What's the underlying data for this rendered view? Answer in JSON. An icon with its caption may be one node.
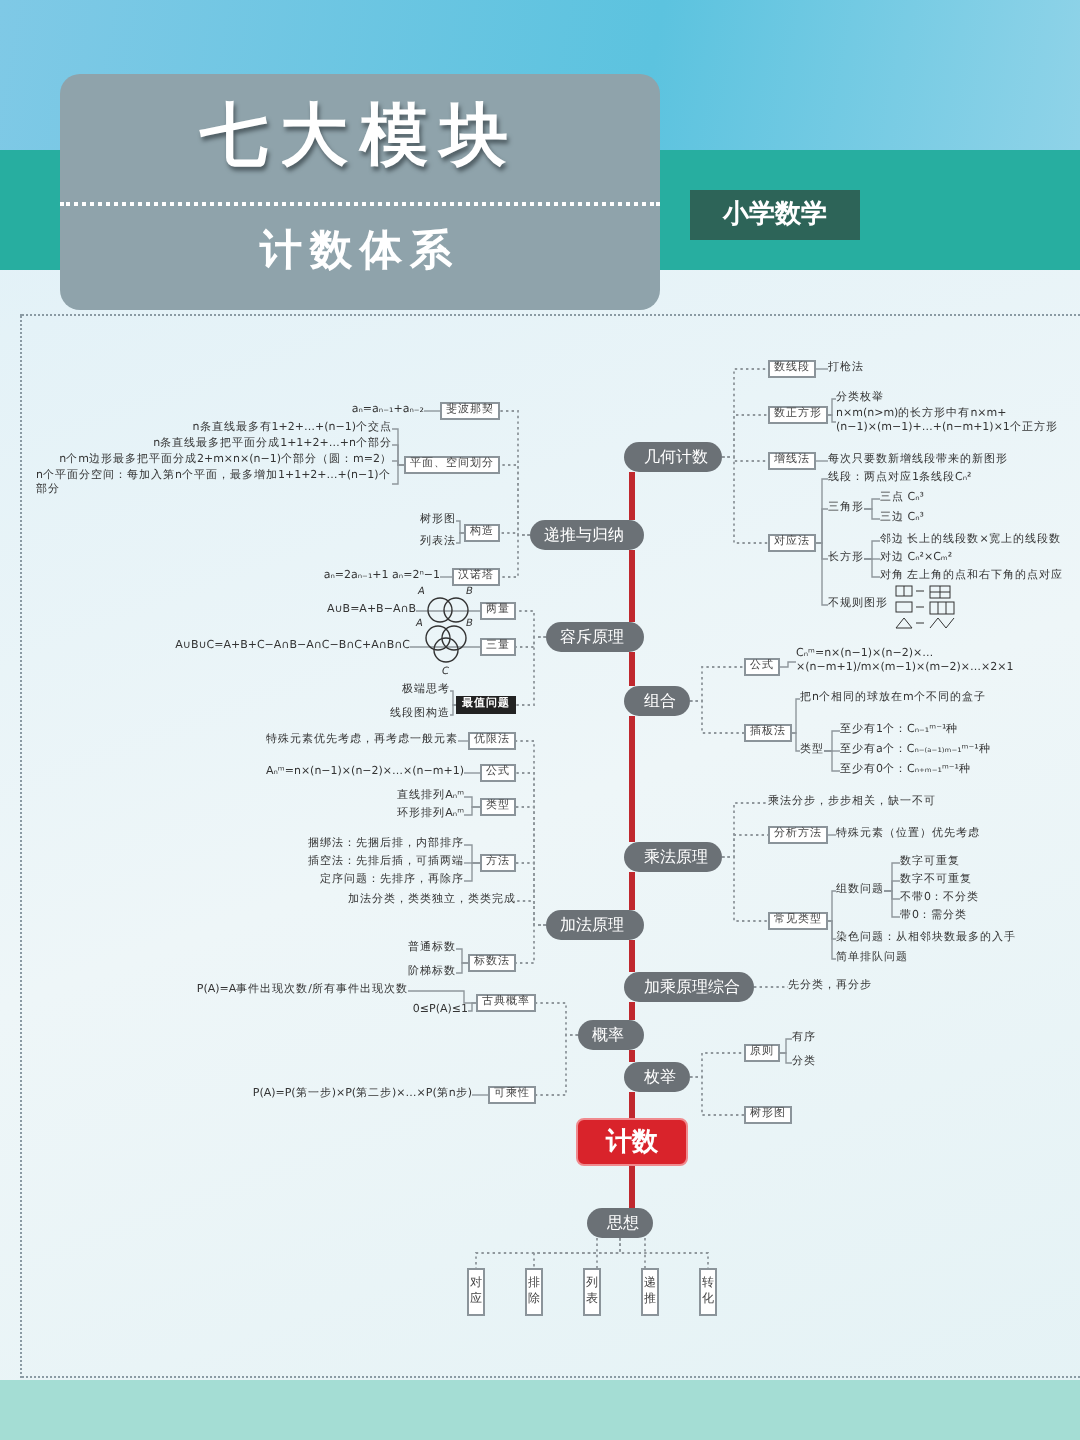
{
  "diagram": {
    "title": "七大模块",
    "nodes": [
      {
        "text": [
          "几何计数"
        ]
      },
      {
        "text": [
          "数线段"
        ]
      },
      {
        "text": [
          "打枪法"
        ]
      },
      {
        "text": [
          "数正方形"
        ]
      },
      {
        "text": [
          "分类枚举"
        ]
      },
      {
        "text": [
          "n×m(n>m)的长方形中有n×m+(n−1)×(m−1)+…+(n−m+1)×1个正方形"
        ]
      },
      {
        "text": [
          "增线法"
        ]
      },
      {
        "text": [
          "每次只要数新增线段带来的新图形"
        ]
      },
      {
        "text": [
          "对应法"
        ]
      },
      {
        "text": [
          "线段：两点对应1条线段Cₙ²"
        ]
      },
      {
        "text": [
          "三角形"
        ]
      },
      {
        "text": [
          "三点 Cₙ³"
        ]
      },
      {
        "text": [
          "三边 Cₙ³"
        ]
      },
      {
        "text": [
          "长方形"
        ]
      },
      {
        "text": [
          "邻边 长上的线段数×宽上的线段数"
        ]
      },
      {
        "text": [
          "对边 Cₙ²×Cₘ²"
        ]
      },
      {
        "text": [
          "对角 左上角的点和右下角的点对应"
        ]
      },
      {
        "text": [
          "不规则图形"
        ]
      },
      {
        "text": [
          "递推与归纳"
        ]
      },
      {
        "text": [
          "斐波那契"
        ]
      },
      {
        "text": [
          "aₙ=aₙ₋₁+aₙ₋₂"
        ]
      },
      {
        "text": [
          "平面、空间划分"
        ]
      },
      {
        "text": [
          "n条直线最多有1+2+…+(n−1)个交点"
        ]
      },
      {
        "text": [
          "n条直线最多把平面分成1+1+2+…+n个部分"
        ]
      },
      {
        "text": [
          "n个m边形最多把平面分成2+m×n×(n−1)个部分（圆：m=2）"
        ]
      },
      {
        "text": [
          "n个平面分空间：每加入第n个平面，最多增加1+1+2+…+(n−1)个部分"
        ]
      },
      {
        "text": [
          "构造"
        ]
      },
      {
        "text": [
          "树形图"
        ]
      },
      {
        "text": [
          "列表法"
        ]
      },
      {
        "text": [
          "汉诺塔"
        ]
      },
      {
        "text": [
          "aₙ=2aₙ₋₁+1  aₙ=2ⁿ−1"
        ]
      },
      {
        "text": [
          "容斥原理"
        ]
      },
      {
        "text": [
          "两量"
        ]
      },
      {
        "text": [
          "A∪B=A+B−A∩B"
        ]
      },
      {
        "text": [
          "三量"
        ]
      },
      {
        "text": [
          "A∪B∪C=A+B+C−A∩B−A∩C−B∩C+A∩B∩C"
        ]
      },
      {
        "text": [
          "最值问题"
        ]
      },
      {
        "text": [
          "极端思考"
        ]
      },
      {
        "text": [
          "线段图构造"
        ]
      },
      {
        "text": [
          "组合"
        ]
      },
      {
        "text": [
          "公式"
        ]
      },
      {
        "text": [
          "Cₙᵐ=n×(n−1)×(n−2)×…×(n−m+1)/m×(m−1)×(m−2)×…×2×1"
        ]
      },
      {
        "text": [
          "插板法"
        ]
      },
      {
        "text": [
          "把n个相同的球放在m个不同的盒子"
        ]
      },
      {
        "text": [
          "类型"
        ]
      },
      {
        "text": [
          "至少有1个：Cₙ₋₁ᵐ⁻¹种"
        ]
      },
      {
        "text": [
          "至少有a个：Cₙ₋₍ₐ₋₁₎ₘ₋₁ᵐ⁻¹种"
        ]
      },
      {
        "text": [
          "至少有0个：Cₙ₊ₘ₋₁ᵐ⁻¹种"
        ]
      },
      {
        "text": [
          "乘法原理"
        ]
      },
      {
        "text": [
          "乘法分步，步步相关，缺一不可"
        ]
      },
      {
        "text": [
          "分析方法"
        ]
      },
      {
        "text": [
          "特殊元素（位置）优先考虑"
        ]
      },
      {
        "text": [
          "常见类型"
        ]
      },
      {
        "text": [
          "组数问题"
        ]
      },
      {
        "text": [
          "数字可重复"
        ]
      },
      {
        "text": [
          "数字不可重复"
        ]
      },
      {
        "text": [
          "不带0：不分类"
        ]
      },
      {
        "text": [
          "带0：需分类"
        ]
      },
      {
        "text": [
          "染色问题：从相邻块数最多的入手"
        ]
      },
      {
        "text": [
          "简单排队问题"
        ]
      },
      {
        "text": [
          "加法原理"
        ]
      },
      {
        "text": [
          "优限法"
        ]
      },
      {
        "text": [
          "特殊元素优先考虑，再考虑一般元素"
        ]
      },
      {
        "text": [
          "公式"
        ]
      },
      {
        "text": [
          "Aₙᵐ=n×(n−1)×(n−2)×…×(n−m+1)"
        ]
      },
      {
        "text": [
          "类型"
        ]
      },
      {
        "text": [
          "直线排列Aₙᵐ"
        ]
      },
      {
        "text": [
          "环形排列Aₙᵐ"
        ]
      },
      {
        "text": [
          "方法"
        ]
      },
      {
        "text": [
          "捆绑法：先捆后排，内部排序"
        ]
      },
      {
        "text": [
          "插空法：先排后插，可插两端"
        ]
      },
      {
        "text": [
          "定序问题：先排序，再除序"
        ]
      },
      {
        "text": [
          "加法分类，类类独立，类类完成"
        ]
      },
      {
        "text": [
          "标数法"
        ]
      },
      {
        "text": [
          "普通标数"
        ]
      },
      {
        "text": [
          "阶梯标数"
        ]
      },
      {
        "text": [
          "加乘原理综合"
        ]
      },
      {
        "text": [
          "先分类，再分步"
        ]
      },
      {
        "text": [
          "概率"
        ]
      },
      {
        "text": [
          "古典概率"
        ]
      },
      {
        "text": [
          "P(A)=A事件出现次数/所有事件出现次数"
        ]
      },
      {
        "text": [
          "0≤P(A)≤1"
        ]
      },
      {
        "text": [
          "可乘性"
        ]
      },
      {
        "text": [
          "P(A)=P(第一步)×P(第二步)×…×P(第n步)"
        ]
      },
      {
        "text": [
          "枚举"
        ]
      },
      {
        "text": [
          "原则"
        ]
      },
      {
        "text": [
          "有序"
        ]
      },
      {
        "text": [
          "分类"
        ]
      },
      {
        "text": [
          "树形图"
        ]
      },
      {
        "text": [
          "计数"
        ]
      },
      {
        "text": [
          "思想"
        ]
      },
      {
        "text": [
          "对应"
        ]
      },
      {
        "text": [
          "排除"
        ]
      },
      {
        "text": [
          "列表"
        ]
      },
      {
        "text": [
          "递推"
        ]
      },
      {
        "text": [
          "转化"
        ]
      }
    ],
    "edges": [
      {
        "from": 0,
        "to": 18,
        "arrow": "none",
        "style": "thick",
        "color": "#c0282e"
      },
      {
        "from": 18,
        "to": 31,
        "arrow": "none",
        "style": "thick",
        "color": "#c0282e"
      },
      {
        "from": 31,
        "to": 39,
        "arrow": "none",
        "style": "thick",
        "color": "#c0282e"
      },
      {
        "from": 39,
        "to": 48,
        "arrow": "none",
        "style": "thick",
        "color": "#c0282e"
      },
      {
        "from": 48,
        "to": 60,
        "arrow": "none",
        "style": "thick",
        "color": "#c0282e"
      },
      {
        "from": 60,
        "to": 76,
        "arrow": "none",
        "style": "thick",
        "color": "#c0282e"
      },
      {
        "from": 76,
        "to": 78,
        "arrow": "none",
        "style": "thick",
        "color": "#c0282e"
      },
      {
        "from": 78,
        "to": 84,
        "arrow": "none",
        "style": "thick",
        "color": "#c0282e"
      },
      {
        "from": 84,
        "to": 89,
        "arrow": "none",
        "style": "thick",
        "color": "#c0282e"
      },
      {
        "from": 89,
        "to": 90,
        "arrow": "none",
        "style": "thick",
        "color": "#c0282e"
      },
      {
        "from": 0,
        "to": 1,
        "arrow": "none",
        "style": "dashed"
      },
      {
        "from": 1,
        "to": 2,
        "arrow": "none"
      },
      {
        "from": 0,
        "to": 3,
        "arrow": "none",
        "style": "dashed"
      },
      {
        "from": 3,
        "to": 4,
        "arrow": "none"
      },
      {
        "from": 3,
        "to": 5,
        "arrow": "none"
      },
      {
        "from": 0,
        "to": 6,
        "arrow": "none",
        "style": "dashed"
      },
      {
        "from": 6,
        "to": 7,
        "arrow": "none"
      },
      {
        "from": 0,
        "to": 8,
        "arrow": "none",
        "style": "dashed"
      },
      {
        "from": 8,
        "to": 9,
        "arrow": "none"
      },
      {
        "from": 8,
        "to": 10,
        "arrow": "none"
      },
      {
        "from": 10,
        "to": 11,
        "arrow": "none"
      },
      {
        "from": 10,
        "to": 12,
        "arrow": "none"
      },
      {
        "from": 8,
        "to": 13,
        "arrow": "none"
      },
      {
        "from": 13,
        "to": 14,
        "arrow": "none"
      },
      {
        "from": 13,
        "to": 15,
        "arrow": "none"
      },
      {
        "from": 13,
        "to": 16,
        "arrow": "none"
      },
      {
        "from": 8,
        "to": 17,
        "arrow": "none"
      },
      {
        "from": 18,
        "to": 19,
        "arrow": "none",
        "style": "dashed"
      },
      {
        "from": 19,
        "to": 20,
        "arrow": "none"
      },
      {
        "from": 18,
        "to": 21,
        "arrow": "none",
        "style": "dashed"
      },
      {
        "from": 21,
        "to": 22,
        "arrow": "none"
      },
      {
        "from": 21,
        "to": 23,
        "arrow": "none"
      },
      {
        "from": 21,
        "to": 24,
        "arrow": "none"
      },
      {
        "from": 21,
        "to": 25,
        "arrow": "none"
      },
      {
        "from": 18,
        "to": 26,
        "arrow": "none",
        "style": "dashed"
      },
      {
        "from": 26,
        "to": 27,
        "arrow": "none"
      },
      {
        "from": 26,
        "to": 28,
        "arrow": "none"
      },
      {
        "from": 18,
        "to": 29,
        "arrow": "none",
        "style": "dashed"
      },
      {
        "from": 29,
        "to": 30,
        "arrow": "none"
      },
      {
        "from": 31,
        "to": 32,
        "arrow": "none",
        "style": "dashed"
      },
      {
        "from": 32,
        "to": 33,
        "arrow": "none"
      },
      {
        "from": 31,
        "to": 34,
        "arrow": "none",
        "style": "dashed"
      },
      {
        "from": 34,
        "to": 35,
        "arrow": "none"
      },
      {
        "from": 31,
        "to": 36,
        "arrow": "none",
        "style": "dashed"
      },
      {
        "from": 36,
        "to": 37,
        "arrow": "none"
      },
      {
        "from": 36,
        "to": 38,
        "arrow": "none"
      },
      {
        "from": 39,
        "to": 40,
        "arrow": "none",
        "style": "dashed"
      },
      {
        "from": 40,
        "to": 41,
        "arrow": "none"
      },
      {
        "from": 39,
        "to": 42,
        "arrow": "none",
        "style": "dashed"
      },
      {
        "from": 42,
        "to": 43,
        "arrow": "none"
      },
      {
        "from": 42,
        "to": 44,
        "arrow": "none"
      },
      {
        "from": 44,
        "to": 45,
        "arrow": "none"
      },
      {
        "from": 44,
        "to": 46,
        "arrow": "none"
      },
      {
        "from": 44,
        "to": 47,
        "arrow": "none"
      },
      {
        "from": 48,
        "to": 49,
        "arrow": "none",
        "style": "dashed"
      },
      {
        "from": 48,
        "to": 50,
        "arrow": "none",
        "style": "dashed"
      },
      {
        "from": 50,
        "to": 51,
        "arrow": "none"
      },
      {
        "from": 48,
        "to": 52,
        "arrow": "none",
        "style": "dashed"
      },
      {
        "from": 52,
        "to": 53,
        "arrow": "none"
      },
      {
        "from": 53,
        "to": 54,
        "arrow": "none"
      },
      {
        "from": 53,
        "to": 55,
        "arrow": "none"
      },
      {
        "from": 53,
        "to": 56,
        "arrow": "none"
      },
      {
        "from": 53,
        "to": 57,
        "arrow": "none"
      },
      {
        "from": 52,
        "to": 58,
        "arrow": "none"
      },
      {
        "from": 52,
        "to": 59,
        "arrow": "none"
      },
      {
        "from": 60,
        "to": 61,
        "arrow": "none",
        "style": "dashed"
      },
      {
        "from": 61,
        "to": 62,
        "arrow": "none"
      },
      {
        "from": 60,
        "to": 63,
        "arrow": "none",
        "style": "dashed"
      },
      {
        "from": 63,
        "to": 64,
        "arrow": "none"
      },
      {
        "from": 60,
        "to": 65,
        "arrow": "none",
        "style": "dashed"
      },
      {
        "from": 65,
        "to": 66,
        "arrow": "none"
      },
      {
        "from": 65,
        "to": 67,
        "arrow": "none"
      },
      {
        "from": 60,
        "to": 68,
        "arrow": "none",
        "style": "dashed"
      },
      {
        "from": 68,
        "to": 69,
        "arrow": "none"
      },
      {
        "from": 68,
        "to": 70,
        "arrow": "none"
      },
      {
        "from": 68,
        "to": 71,
        "arrow": "none"
      },
      {
        "from": 60,
        "to": 72,
        "arrow": "none",
        "style": "dashed"
      },
      {
        "from": 60,
        "to": 73,
        "arrow": "none",
        "style": "dashed"
      },
      {
        "from": 73,
        "to": 74,
        "arrow": "none"
      },
      {
        "from": 73,
        "to": 75,
        "arrow": "none"
      },
      {
        "from": 76,
        "to": 77,
        "arrow": "none",
        "style": "dashed"
      },
      {
        "from": 78,
        "to": 79,
        "arrow": "none",
        "style": "dashed"
      },
      {
        "from": 79,
        "to": 80,
        "arrow": "none"
      },
      {
        "from": 79,
        "to": 81,
        "arrow": "none"
      },
      {
        "from": 78,
        "to": 82,
        "arrow": "none",
        "style": "dashed"
      },
      {
        "from": 82,
        "to": 83,
        "arrow": "none"
      },
      {
        "from": 84,
        "to": 85,
        "arrow": "none",
        "style": "dashed"
      },
      {
        "from": 85,
        "to": 86,
        "arrow": "none"
      },
      {
        "from": 85,
        "to": 87,
        "arrow": "none"
      },
      {
        "from": 84,
        "to": 88,
        "arrow": "none",
        "style": "dashed"
      },
      {
        "from": 90,
        "to": 91,
        "arrow": "none",
        "style": "dashed"
      },
      {
        "from": 90,
        "to": 92,
        "arrow": "none",
        "style": "dashed"
      },
      {
        "from": 90,
        "to": 93,
        "arrow": "none",
        "style": "dashed"
      },
      {
        "from": 90,
        "to": 94,
        "arrow": "none",
        "style": "dashed"
      },
      {
        "from": 90,
        "to": 95,
        "arrow": "none",
        "style": "dashed"
      }
    ],
    "labels": [
      "计数体系",
      "小学数学",
      "A",
      "B",
      "A",
      "B",
      "C"
    ]
  }
}
